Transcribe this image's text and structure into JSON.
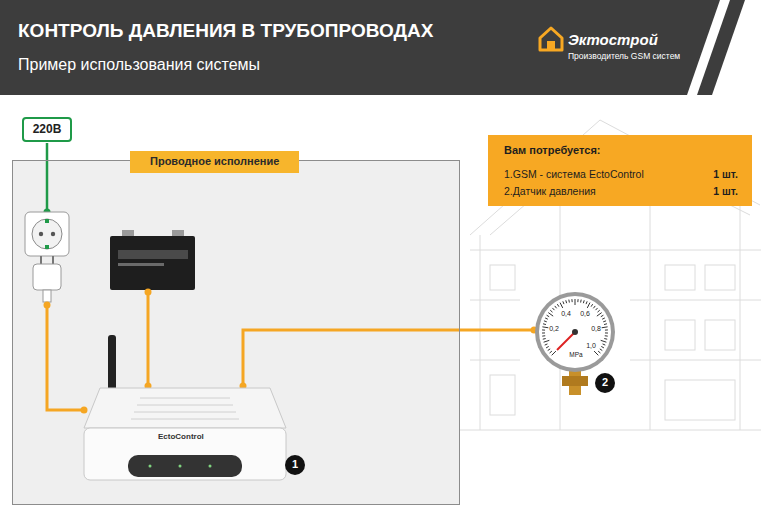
{
  "diagram": {
    "title": "КОНТРОЛЬ ДАВЛЕНИЯ В ТРУБОПРОВОДАХ",
    "nodes": [
      {
        "text": [
          "220В"
        ]
      },
      {
        "text": [
          "Проводное исполнение"
        ]
      },
      {
        "text": [
          "Вам потребуется:",
          "1.GSM - система EctoControl",
          "1 шт.",
          "2.Датчик давления",
          "1 шт."
        ]
      }
    ],
    "labels": [
      "Пример использования системы",
      "Эктострой",
      "Производитель GSM систем",
      "EctoControl",
      "1",
      "0,2",
      "0,4",
      "0,6",
      "0,8",
      "1,0",
      "MPa",
      "2"
    ]
  }
}
